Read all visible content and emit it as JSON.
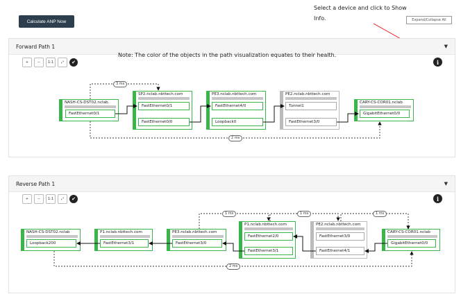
{
  "toolbar": {
    "calculate_label": "Calculate ANP Now",
    "expand_label": "Expand/Collapse All"
  },
  "tip": {
    "line1": "Select a device and click to Show",
    "line2": "Info."
  },
  "note": {
    "text": "Note: The color of the objects in the path visualization equates to their health."
  },
  "tools": {
    "zoom_in": "+",
    "zoom_out": "−",
    "one_to_one": "1:1",
    "fit": "⤢",
    "check": "✔",
    "info": "i",
    "collapse": "▼"
  },
  "forward": {
    "title": "Forward Path 1",
    "devices": [
      {
        "name": "NASH-CS-DST02.nclab.",
        "ifaces": [
          "FastEthernet0/1"
        ]
      },
      {
        "name": "SP2.nclab.nbttech.com",
        "ifaces": [
          "FastEthernet0/1",
          "FastEthernet0/0"
        ]
      },
      {
        "name": "PE3.nclab.nbttech.com",
        "ifaces": [
          "FastEthernet4/0",
          "Loopback0"
        ]
      },
      {
        "name": "PE2.nclab.nbttech.com",
        "ifaces": [
          "Tunnel1",
          "FastEthernet3/0"
        ]
      },
      {
        "name": "CARY-CS-COR01.nclab",
        "ifaces": [
          "GigabitEthernet0/0"
        ]
      }
    ],
    "latency": [
      "3 ms",
      "2 ms"
    ]
  },
  "reverse": {
    "title": "Reverse Path 1",
    "devices": [
      {
        "name": "NASH-CS-DST02.nclab",
        "ifaces": [
          "Loopback200"
        ]
      },
      {
        "name": "P1.nclab.nbttech.com",
        "ifaces": [
          "FastEthernet3/1"
        ]
      },
      {
        "name": "PE3.nclab.nbttech.com",
        "ifaces": [
          "FastEthernet3/0"
        ]
      },
      {
        "name": "P1.nclab.nbttech.com",
        "ifaces": [
          "FastEthernet2/0",
          "FastEthernet3/1"
        ]
      },
      {
        "name": "PE2.nclab.nbttech.com",
        "ifaces": [
          "FastEthernet3/0",
          "FastEthernet4/1"
        ]
      },
      {
        "name": "CARY-CS-COR01.nclab",
        "ifaces": [
          "GigabitEthernet0/0"
        ]
      }
    ],
    "latency": [
      "1 ms",
      "1 ms",
      "1 ms",
      "2 ms"
    ]
  }
}
